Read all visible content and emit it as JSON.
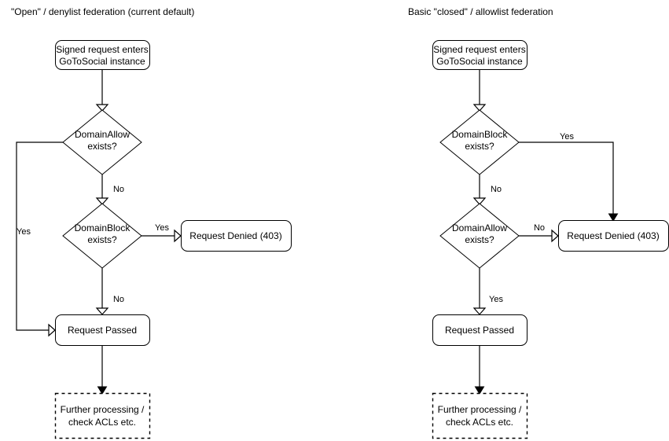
{
  "panels": [
    {
      "id": "open-denylist",
      "title": "\"Open\" / denylist federation (current default)",
      "nodes": {
        "start": "Signed request enters\nGoToSocial instance",
        "start_line1": "Signed request enters",
        "start_line2": "GoToSocial instance",
        "decision1_line1": "DomainAllow",
        "decision1_line2": "exists?",
        "decision2_line1": "DomainBlock",
        "decision2_line2": "exists?",
        "denied": "Request Denied (403)",
        "passed": "Request Passed",
        "further_line1": "Further processing /",
        "further_line2": "check ACLs etc."
      },
      "edges": {
        "decision1_yes": "Yes",
        "decision1_no": "No",
        "decision2_yes": "Yes",
        "decision2_no": "No"
      }
    },
    {
      "id": "closed-allowlist",
      "title": "Basic \"closed\" / allowlist federation",
      "nodes": {
        "start": "Signed request enters\nGoToSocial instance",
        "start_line1": "Signed request enters",
        "start_line2": "GoToSocial instance",
        "decision1_line1": "DomainBlock",
        "decision1_line2": "exists?",
        "decision2_line1": "DomainAllow",
        "decision2_line2": "exists?",
        "denied": "Request Denied (403)",
        "passed": "Request Passed",
        "further_line1": "Further processing /",
        "further_line2": "check ACLs etc."
      },
      "edges": {
        "decision1_yes": "Yes",
        "decision1_no": "No",
        "decision2_no": "No",
        "decision2_yes": "Yes"
      }
    }
  ],
  "colors": {
    "background": "#ffffff",
    "stroke": "#000000",
    "text": "#000000",
    "fill": "#ffffff"
  }
}
